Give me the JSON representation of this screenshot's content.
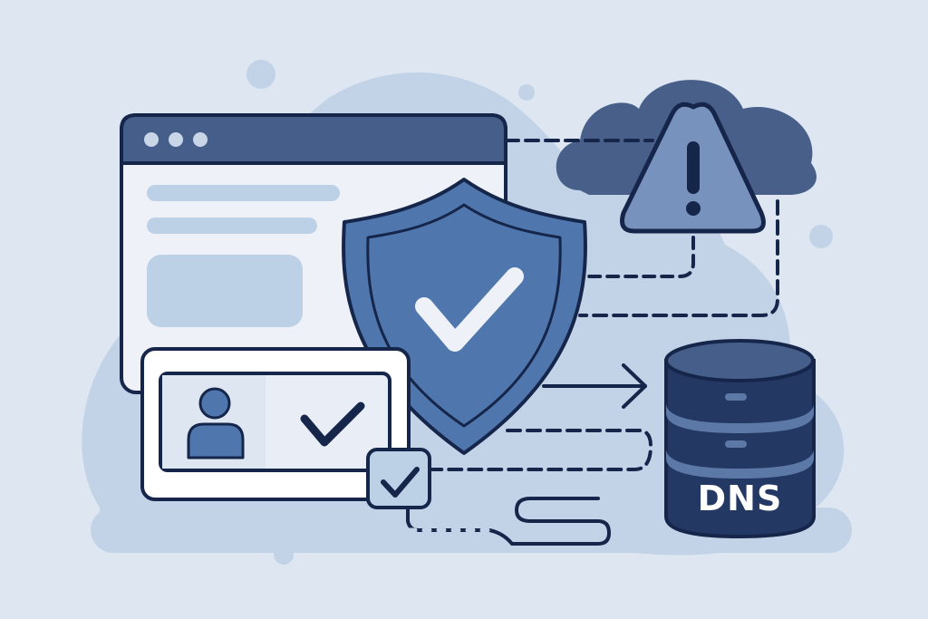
{
  "illustration": {
    "subject": "DNS security / verification concept",
    "colors": {
      "background": "#dde6f1",
      "blob": "#c3d3e7",
      "outline": "#15264a",
      "primary": "#4f77ad",
      "titlebar": "#465f8a",
      "cloud": "#475f89",
      "warning_fill": "#7793bd",
      "placeholder": "#bcd0e6",
      "window_body": "#eef2f8",
      "db_body": "#233862",
      "db_band": "#5b78a6",
      "check_light": "#eef2f8"
    },
    "browser_window": {
      "dots": 3,
      "content_bars": 3
    },
    "shield": {
      "icon": "shield-check-icon"
    },
    "cloud": {
      "icon": "cloud-icon"
    },
    "warning": {
      "icon": "warning-triangle-icon",
      "glyph": "!"
    },
    "identity_card": {
      "icon": "user-icon",
      "check": "checkmark-icon"
    },
    "small_checkbox": {
      "icon": "checkbox-checked-icon"
    },
    "database": {
      "icon": "database-icon",
      "label": "DNS"
    },
    "connector": {
      "icon": "arrow-right-icon"
    }
  }
}
